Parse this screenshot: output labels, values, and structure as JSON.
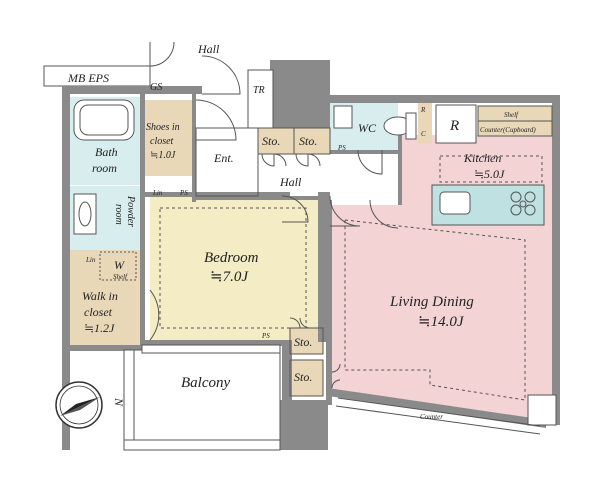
{
  "labels": {
    "hall_top": "Hall",
    "mb_eps": "MB EPS",
    "gs": "GS",
    "tr": "TR",
    "shoes_closet": "Shoes in",
    "shoes_closet_2": "closet",
    "shoes_closet_size": "≒1.0J",
    "ent": "Ent.",
    "sto_1": "Sto.",
    "sto_2": "Sto.",
    "wc": "WC",
    "ps_1": "PS",
    "r": "R",
    "shelf": "Shelf",
    "counter_cupboard": "Counter(Cupboard)",
    "kitchen": "Kitchen",
    "kitchen_size": "≒5.0J",
    "bath": "Bath",
    "bath_2": "room",
    "hall_mid": "Hall",
    "lin_1": "Lin",
    "ps_2": "PS",
    "powder": "Powder",
    "powder_2": "room",
    "w": "W",
    "w_shelf": "Shelf",
    "lin_2": "Lin",
    "bedroom": "Bedroom",
    "bedroom_size": "≒7.0J",
    "walk_in": "Walk in",
    "walk_in_2": "closet",
    "walk_in_size": "≒1.2J",
    "ps_3": "PS",
    "sto_3": "Sto.",
    "sto_4": "Sto.",
    "living": "Living Dining",
    "living_size": "≒14.0J",
    "balcony": "Balcony",
    "counter": "Counter",
    "north": "N",
    "r_small_1": "R",
    "r_small_2": "C"
  },
  "colors": {
    "wall": "#8a8a8a",
    "bedroom": "#f4ecc4",
    "living": "#f3d3d3",
    "wet": "#d8eeee",
    "wood": "#e9d8b8",
    "kitchen_counter": "#bfe1e1"
  }
}
